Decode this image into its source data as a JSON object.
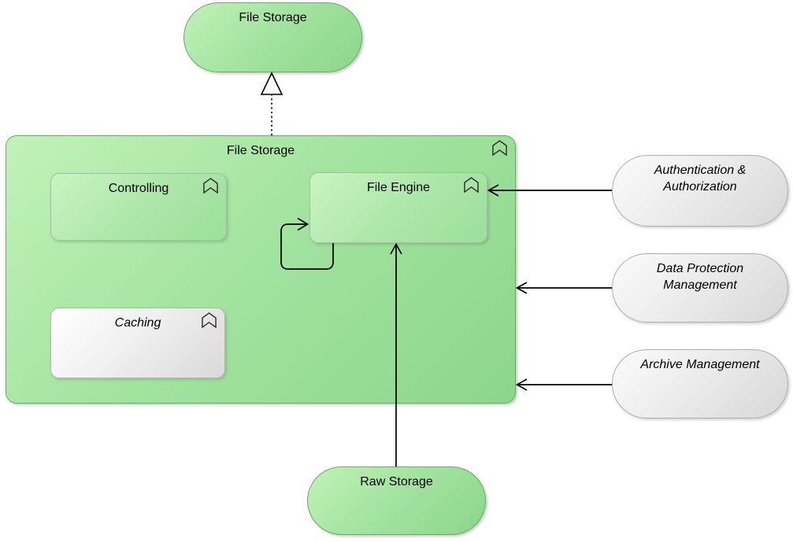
{
  "diagram": {
    "background": "#ffffff",
    "colors": {
      "green_fill_light": "#c1f2b8",
      "green_fill_dark": "#8cd68c",
      "green_border": "#74a274",
      "gray_fill_light": "#fbfbfb",
      "gray_fill_dark": "#d7d7d7",
      "gray_border": "#adadad",
      "connector": "#000000",
      "text": "#000000"
    },
    "nodes": {
      "top_service": {
        "label": "File Storage",
        "shape": "pill",
        "fill": "green"
      },
      "main_function": {
        "label": "File Storage",
        "shape": "rounded-rect",
        "fill": "green",
        "icon": "function-chevron-icon"
      },
      "controlling": {
        "label": "Controlling",
        "shape": "rounded-rect",
        "fill": "green",
        "icon": "function-chevron-icon"
      },
      "file_engine": {
        "label": "File Engine",
        "shape": "rounded-rect",
        "fill": "green",
        "icon": "function-chevron-icon"
      },
      "caching": {
        "label": "Caching",
        "shape": "rounded-rect",
        "fill": "white",
        "icon": "function-chevron-icon",
        "italic": true
      },
      "auth": {
        "label": "Authentication & Authorization",
        "shape": "pill",
        "fill": "gray",
        "italic": true
      },
      "data_protection": {
        "label": "Data Protection Management",
        "shape": "pill",
        "fill": "gray",
        "italic": true
      },
      "archive": {
        "label": "Archive Management",
        "shape": "pill",
        "fill": "gray",
        "italic": true
      },
      "raw_storage": {
        "label": "Raw Storage",
        "shape": "pill",
        "fill": "green"
      }
    },
    "relationships": [
      {
        "type": "realization",
        "from": "main_function",
        "to": "top_service",
        "style": "dotted line, hollow triangle head"
      },
      {
        "type": "serving",
        "from": "file_engine",
        "to": "file_engine",
        "style": "self-loop, open arrow head"
      },
      {
        "type": "serving",
        "from": "auth",
        "to": "file_engine",
        "style": "solid line, open arrow head"
      },
      {
        "type": "serving",
        "from": "data_protection",
        "to": "main_function",
        "style": "solid line, open arrow head"
      },
      {
        "type": "serving",
        "from": "archive",
        "to": "main_function",
        "style": "solid line, open arrow head"
      },
      {
        "type": "serving",
        "from": "raw_storage",
        "to": "file_engine",
        "style": "solid line, open arrow head"
      }
    ]
  }
}
